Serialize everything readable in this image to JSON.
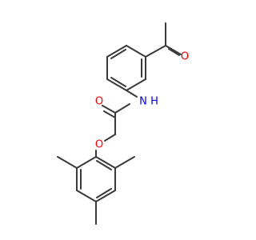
{
  "molecule": {
    "atoms": {
      "carbonyl_oxygen_acetyl": "O",
      "amide_nitrogen": "N",
      "amide_hydrogen": "H",
      "amide_oxygen": "O",
      "ether_oxygen": "O"
    },
    "colors": {
      "bond": "#3a3a3a",
      "oxygen": "#ff0000",
      "nitrogen": "#0000ff"
    }
  }
}
